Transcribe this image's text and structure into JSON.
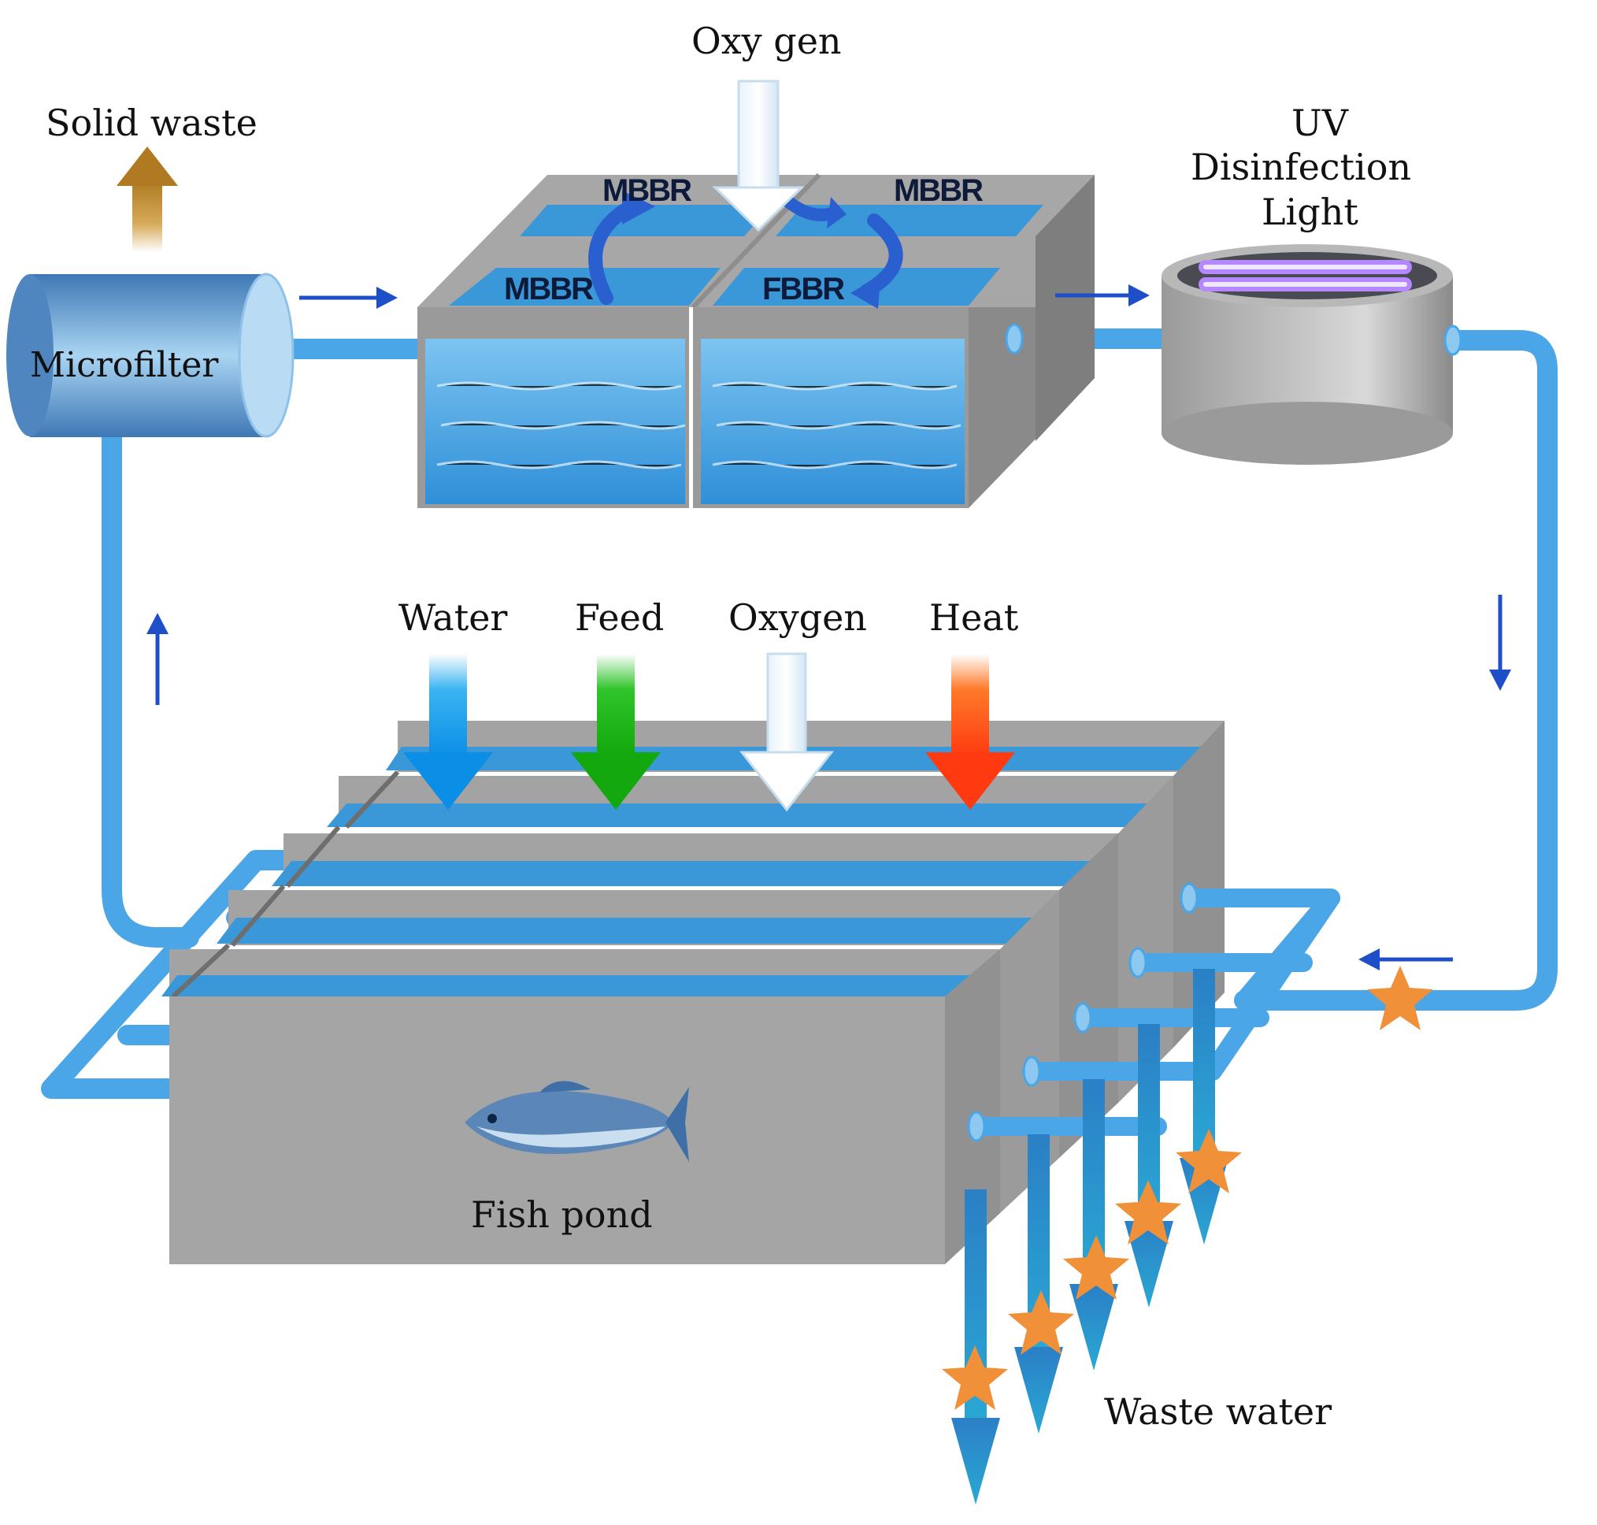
{
  "labels": {
    "oxygen_top": "Oxy gen",
    "solid_waste": "Solid waste",
    "uv_line1": "UV",
    "uv_line2": "Disinfection",
    "uv_line3": "Light",
    "microfilter": "Microfilter",
    "mbbr_back_left": "MBBR",
    "mbbr_back_right": "MBBR",
    "mbbr_front_left": "MBBR",
    "fbbr_front_right": "FBBR",
    "water": "Water",
    "feed": "Feed",
    "oxygen_pond": "Oxygen",
    "heat": "Heat",
    "fish_pond": "Fish pond",
    "waste_water": "Waste water"
  },
  "colors": {
    "pipe": "#4aa6e6",
    "pipe_dark": "#2f86c8",
    "flow_arrow": "#1f4fc8",
    "box_grey": "#a3a3a3",
    "box_grey_dark": "#8e8e8e",
    "water_blue": "#3a97d8",
    "star": "#f0913a",
    "solid_waste_arrow": "#c4923a",
    "feed_arrow": "#22b51f",
    "heat_arrow": "#ff4a1a",
    "water_arrow": "#1da3f0"
  },
  "icons": {
    "fish": "fish-icon",
    "star": "star-icon",
    "uv_lamp": "uv-lamp-icon"
  }
}
